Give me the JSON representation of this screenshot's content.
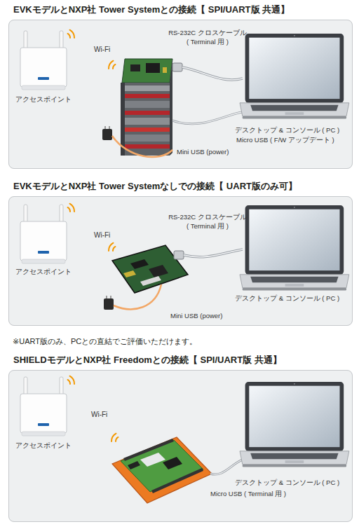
{
  "diagram": {
    "nodes": [
      {
        "text": [
          "EVKモデルとNXP社 Tower Systemとの接続【 SPI/UART版 共通】"
        ]
      },
      {
        "text": [
          "アクセスポイント"
        ],
        "in": 0
      },
      {
        "text": [
          "デスクトップ & コンソール ( PC )"
        ],
        "in": 0
      },
      {
        "text": [
          "EVKモデルとNXP社 Tower Systemなしでの接続【 UART版のみ可】"
        ]
      },
      {
        "text": [
          "アクセスポイント"
        ],
        "in": 3
      },
      {
        "text": [
          "デスクトップ & コンソール ( PC )"
        ],
        "in": 3
      },
      {
        "text": [
          "SHIELDモデルとNXP社 Freedomとの接続【 SPI/UART版 共通】"
        ]
      },
      {
        "text": [
          "アクセスポイント"
        ],
        "in": 6
      },
      {
        "text": [
          "デスクトップ & コンソール ( PC )"
        ],
        "in": 6
      }
    ],
    "labels": [
      "Wi-Fi",
      "RS-232C クロスケーブル",
      "( Terminal 用 )",
      "Micro USB ( F/W アップデート )",
      "Mini USB (power)",
      "Wi-Fi",
      "RS-232C クロスケーブル",
      "( Terminal 用 )",
      "Mini USB (power)",
      "※UART版のみ、PCとの直結でご評価いただけます。",
      "Wi-Fi",
      "Micro USB ( Terminal 用 )"
    ]
  }
}
